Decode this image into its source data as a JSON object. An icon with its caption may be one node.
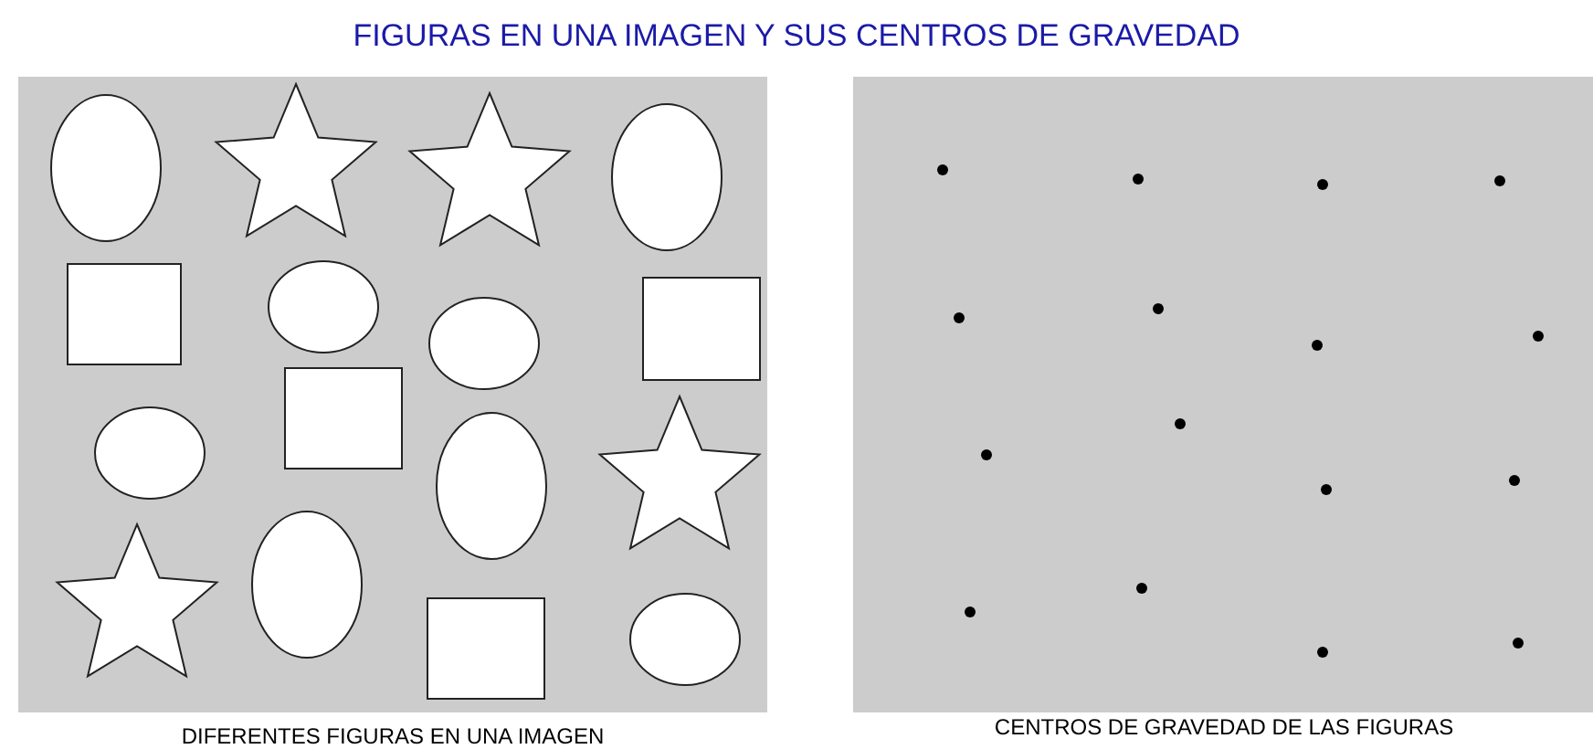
{
  "diagram": {
    "title": "FIGURAS EN UNA IMAGEN Y SUS CENTROS DE GRAVEDAD",
    "labels": [
      "DIFERENTES FIGURAS EN UNA IMAGEN",
      "CENTROS DE GRAVEDAD DE LAS FIGURAS"
    ]
  }
}
